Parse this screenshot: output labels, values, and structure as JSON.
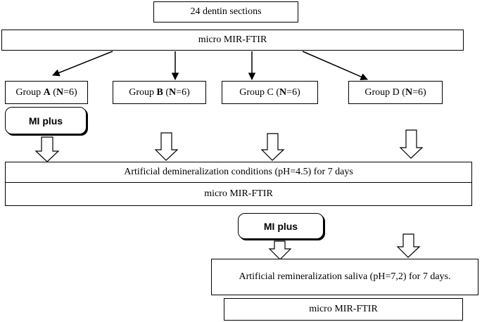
{
  "top": {
    "label": "24 dentin sections"
  },
  "ftir1": {
    "label": "micro MIR-FTIR"
  },
  "groups": [
    {
      "prefix": "Group ",
      "letter": "A",
      "open": " (",
      "n": "N",
      "rest": "=6)"
    },
    {
      "prefix": "Group ",
      "letter": "B",
      "open": " (",
      "n": "N",
      "rest": "=6)"
    },
    {
      "prefix": "Group ",
      "letter": "C",
      "open": " (",
      "n": "N",
      "rest": "=6)"
    },
    {
      "prefix": "Group ",
      "letter": "D",
      "open": " (",
      "n": "N",
      "rest": "=6)"
    }
  ],
  "mi_plus_1": {
    "label": "MI plus"
  },
  "demin": {
    "label": "Artificial demineralization conditions (pH=4.5) for 7 days"
  },
  "ftir2": {
    "label": "micro MIR-FTIR"
  },
  "mi_plus_2": {
    "label": "MI plus"
  },
  "remin": {
    "label": "Artificial remineralization saliva (pH=7,2) for 7 days."
  },
  "ftir3": {
    "label": "micro MIR-FTIR"
  }
}
